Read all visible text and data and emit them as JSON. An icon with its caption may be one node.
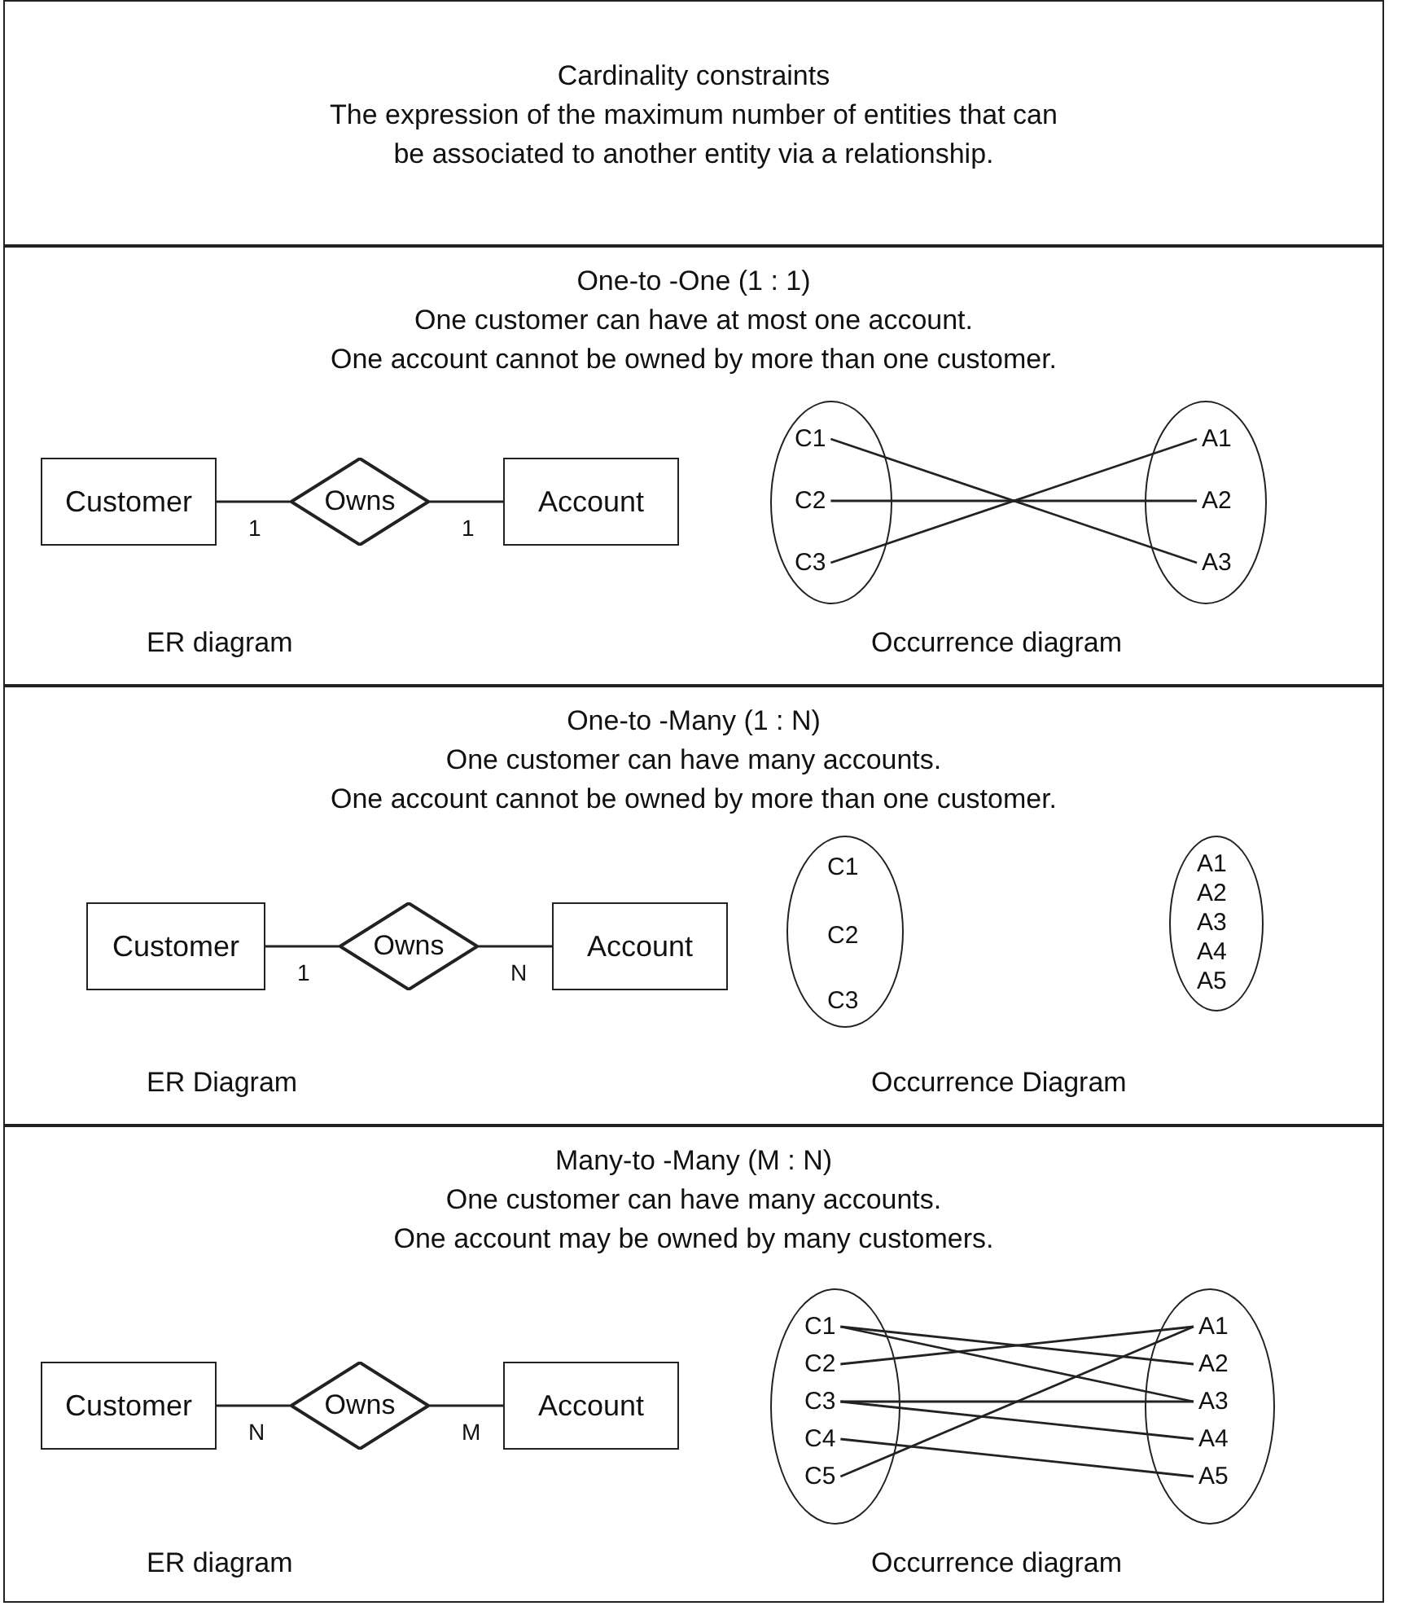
{
  "diagram": {
    "nodes": [
      {
        "text": [
          "Cardinality constraints",
          "The expression of the maximum number of entities that can be associated to another entity via a relationship."
        ]
      },
      {
        "text": [
          "One-to -One (1 : 1)",
          "One customer can have at most one account.",
          "One account cannot be owned by more than one customer."
        ]
      },
      {
        "text": [
          "Customer"
        ],
        "in": 1
      },
      {
        "text": [
          "Owns"
        ],
        "in": 1
      },
      {
        "text": [
          "Account"
        ],
        "in": 1
      },
      {
        "text": [],
        "shape": "ellipse",
        "in": 1
      },
      {
        "text": [
          "C1"
        ],
        "in": 5
      },
      {
        "text": [
          "C2"
        ],
        "in": 5
      },
      {
        "text": [
          "C3"
        ],
        "in": 5
      },
      {
        "text": [],
        "shape": "ellipse",
        "in": 1
      },
      {
        "text": [
          "A1"
        ],
        "in": 9
      },
      {
        "text": [
          "A2"
        ],
        "in": 9
      },
      {
        "text": [
          "A3"
        ],
        "in": 9
      },
      {
        "text": [
          "One-to -Many (1 : N)",
          "One customer can have many accounts.",
          "One account cannot be owned by more than one customer."
        ]
      },
      {
        "text": [
          "Customer"
        ],
        "in": 13
      },
      {
        "text": [
          "Owns"
        ],
        "in": 13
      },
      {
        "text": [
          "Account"
        ],
        "in": 13
      },
      {
        "text": [],
        "shape": "ellipse",
        "in": 13
      },
      {
        "text": [
          "C1"
        ],
        "in": 17
      },
      {
        "text": [
          "C2"
        ],
        "in": 17
      },
      {
        "text": [
          "C3"
        ],
        "in": 17
      },
      {
        "text": [],
        "shape": "ellipse",
        "in": 13
      },
      {
        "text": [
          "A1"
        ],
        "in": 21
      },
      {
        "text": [
          "A2"
        ],
        "in": 21
      },
      {
        "text": [
          "A3"
        ],
        "in": 21
      },
      {
        "text": [
          "A4"
        ],
        "in": 21
      },
      {
        "text": [
          "A5"
        ],
        "in": 21
      },
      {
        "text": [
          "Many-to -Many (M : N)",
          "One customer can have many accounts.",
          "One account may be owned by many customers."
        ]
      },
      {
        "text": [
          "Customer"
        ],
        "in": 27
      },
      {
        "text": [
          "Owns"
        ],
        "in": 27
      },
      {
        "text": [
          "Account"
        ],
        "in": 27
      },
      {
        "text": [],
        "shape": "ellipse",
        "in": 27
      },
      {
        "text": [
          "C1"
        ],
        "in": 31
      },
      {
        "text": [
          "C2"
        ],
        "in": 31
      },
      {
        "text": [
          "C3"
        ],
        "in": 31
      },
      {
        "text": [
          "C4"
        ],
        "in": 31
      },
      {
        "text": [
          "C5"
        ],
        "in": 31
      },
      {
        "text": [],
        "shape": "ellipse",
        "in": 27
      },
      {
        "text": [
          "A1"
        ],
        "in": 37
      },
      {
        "text": [
          "A2"
        ],
        "in": 37
      },
      {
        "text": [
          "A3"
        ],
        "in": 37
      },
      {
        "text": [
          "A4"
        ],
        "in": 37
      },
      {
        "text": [
          "A5"
        ],
        "in": 37
      }
    ],
    "edges": [
      {
        "from": 2,
        "to": 3,
        "arrow": "none",
        "label": "1"
      },
      {
        "from": 3,
        "to": 4,
        "arrow": "none",
        "label": "1"
      },
      {
        "from": 6,
        "to": 12,
        "arrow": "none"
      },
      {
        "from": 7,
        "to": 11,
        "arrow": "none"
      },
      {
        "from": 8,
        "to": 10,
        "arrow": "none"
      },
      {
        "from": 14,
        "to": 15,
        "arrow": "none",
        "label": "1"
      },
      {
        "from": 15,
        "to": 16,
        "arrow": "none",
        "label": "N"
      },
      {
        "from": 28,
        "to": 29,
        "arrow": "none",
        "label": "N"
      },
      {
        "from": 29,
        "to": 30,
        "arrow": "none",
        "label": "M"
      },
      {
        "from": 32,
        "to": 39,
        "arrow": "none"
      },
      {
        "from": 32,
        "to": 40,
        "arrow": "none"
      },
      {
        "from": 33,
        "to": 38,
        "arrow": "none"
      },
      {
        "from": 34,
        "to": 40,
        "arrow": "none"
      },
      {
        "from": 34,
        "to": 41,
        "arrow": "none"
      },
      {
        "from": 35,
        "to": 42,
        "arrow": "none"
      },
      {
        "from": 36,
        "to": 38,
        "arrow": "none"
      }
    ],
    "labels": [
      "ER diagram",
      "Occurrence diagram",
      "ER Diagram",
      "Occurrence Diagram",
      "ER diagram",
      "Occurrence diagram"
    ]
  }
}
